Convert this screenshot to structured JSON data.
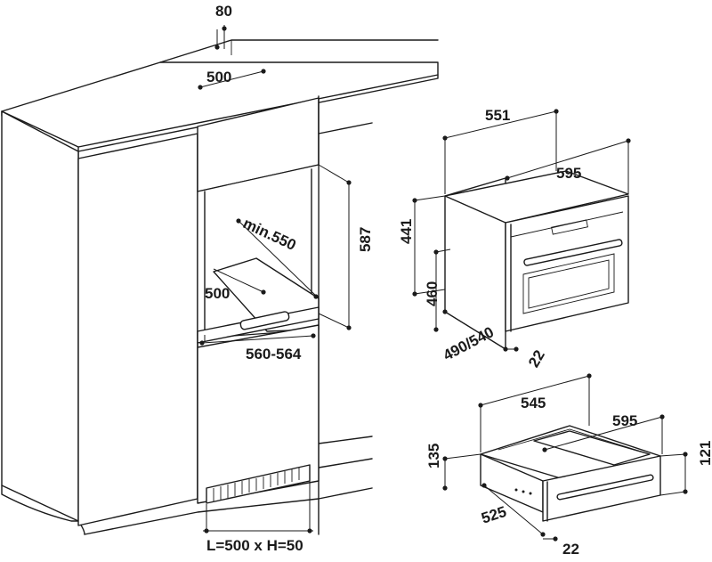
{
  "labels": {
    "counter_depth_top": "80",
    "counter_width_500": "500",
    "niche_depth_min": "min.550",
    "niche_height": "587",
    "niche_base_500": "500",
    "niche_width": "560-564",
    "vent_opening": "L=500 x H=50",
    "oven_depth": "551",
    "oven_width": "595",
    "oven_front_height": "441",
    "oven_body_height": "460",
    "oven_body_depth": "490/540",
    "oven_front_thickness": "22",
    "drawer_depth": "545",
    "drawer_width": "595",
    "drawer_body_height": "135",
    "drawer_front_height": "121",
    "drawer_inner_width": "525",
    "drawer_front_thickness": "22"
  }
}
